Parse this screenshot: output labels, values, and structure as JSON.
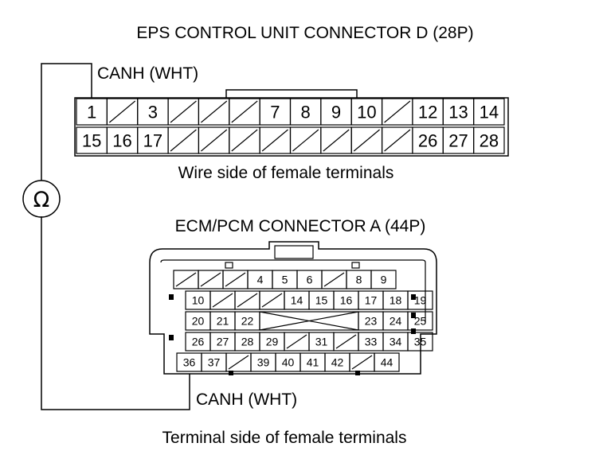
{
  "eps_title": "EPS CONTROL UNIT CONNECTOR D (28P)",
  "eps_probe_label": "CANH (WHT)",
  "eps_caption": "Wire side of female terminals",
  "ecm_title": "ECM/PCM CONNECTOR A (44P)",
  "ecm_probe_label": "CANH (WHT)",
  "ecm_caption": "Terminal side of female terminals",
  "meter_symbol": "Ω",
  "eps_row1": [
    "1",
    "",
    "3",
    "",
    "",
    "",
    "7",
    "8",
    "9",
    "10",
    "",
    "12",
    "13",
    "14"
  ],
  "eps_row2": [
    "15",
    "16",
    "17",
    "",
    "",
    "",
    "",
    "",
    "",
    "",
    "",
    "26",
    "27",
    "28"
  ],
  "ecm_row1": [
    "",
    "",
    "",
    "4",
    "5",
    "6",
    "",
    "8",
    "9"
  ],
  "ecm_row2": [
    "10",
    "",
    "",
    "",
    "14",
    "15",
    "16",
    "17",
    "18",
    "19"
  ],
  "ecm_row3": [
    "20",
    "21",
    "22",
    "",
    "23",
    "24",
    "25"
  ],
  "ecm_row4": [
    "26",
    "27",
    "28",
    "29",
    "",
    "31",
    "",
    "33",
    "34",
    "35"
  ],
  "ecm_row5": [
    "36",
    "37",
    "",
    "39",
    "40",
    "41",
    "42",
    "",
    "44"
  ]
}
